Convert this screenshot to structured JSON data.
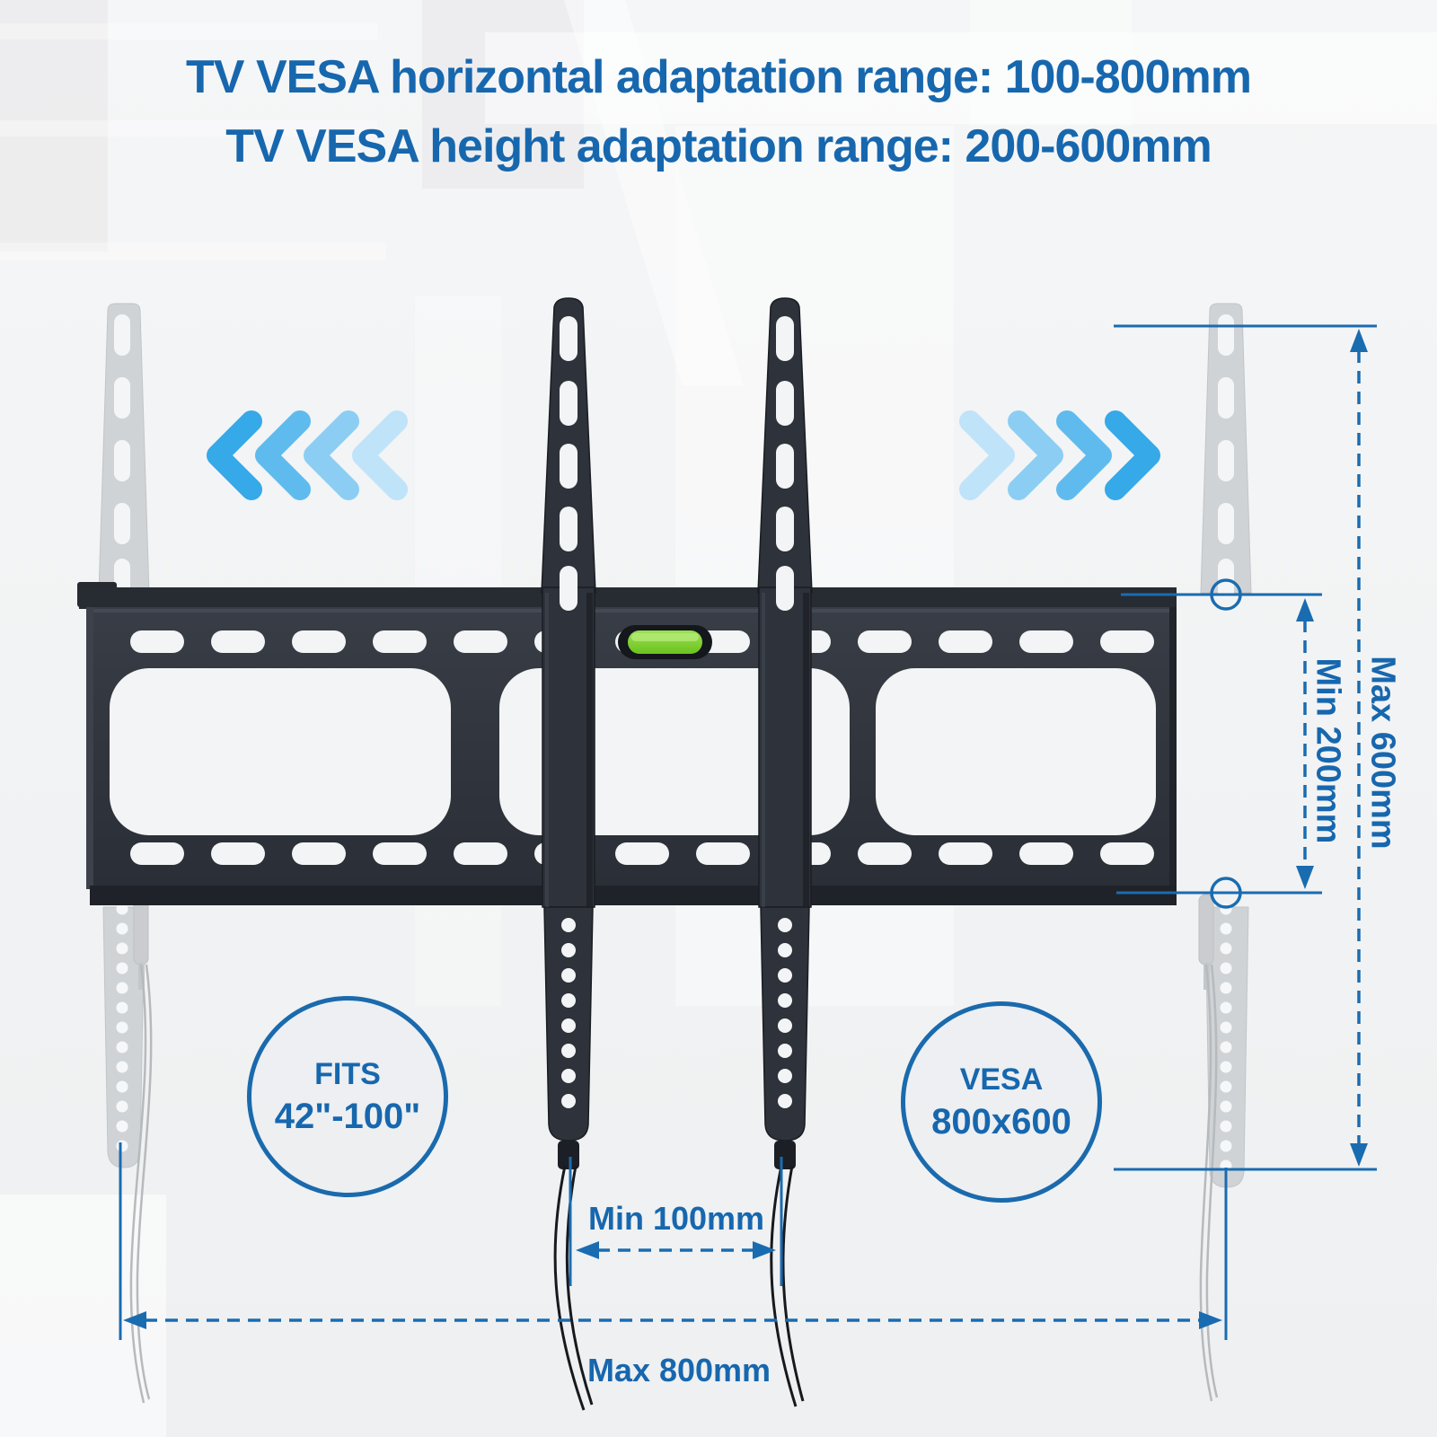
{
  "title": {
    "line1": "TV VESA horizontal adaptation range: 100-800mm",
    "line2": "TV VESA height adaptation range: 200-600mm"
  },
  "diagram": {
    "badges": {
      "fits": {
        "label": "FITS",
        "value": "42\"-100\""
      },
      "vesa": {
        "label": "VESA",
        "value": "800x600"
      }
    },
    "dimensions": {
      "vesa_height_max": "Max 600mm",
      "vesa_height_min": "Min 200mm",
      "vesa_width_min": "Min 100mm",
      "vesa_width_max": "Max 800mm"
    },
    "icons": {
      "left_arrows": "chevron-left-icon",
      "right_arrows": "chevron-right-icon",
      "level": "bubble-level-icon"
    },
    "colors": {
      "accent_blue": "#1767ae",
      "dimension_blue": "#1a6cb0",
      "chevron_blue": "#36a9e8",
      "chevron_blue_faded": "#bfe3f9",
      "level_green": "#80d22c",
      "bracket_black": "#2d323b",
      "ghost_gray": "#d0d3d6"
    }
  }
}
